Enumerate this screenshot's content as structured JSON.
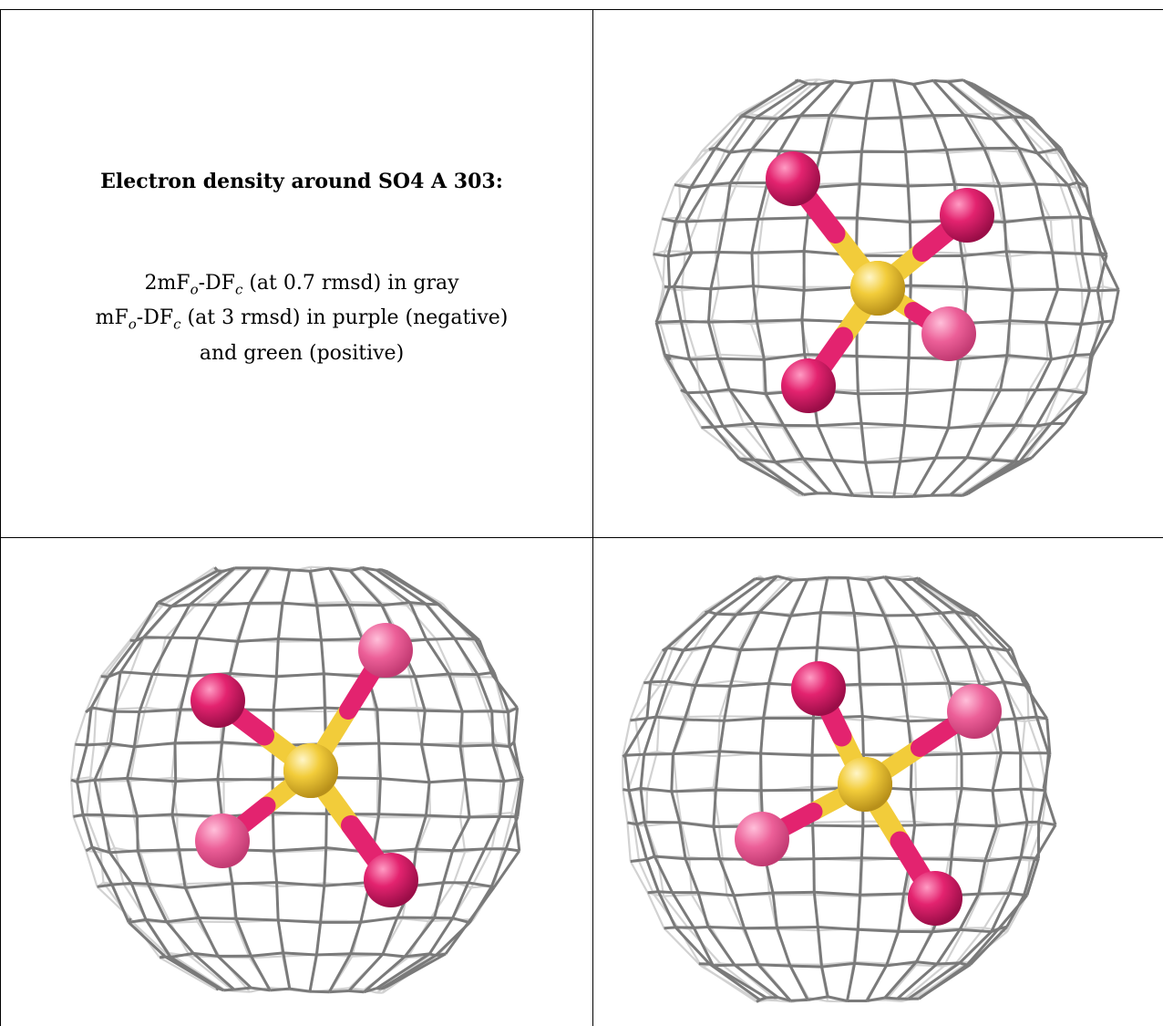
{
  "caption": {
    "title": "Electron density around SO4 A 303:",
    "line1": {
      "a": "2mF",
      "b": "o",
      "c": "-DF",
      "d": "c",
      "e": " (at 0.7 rmsd) in gray"
    },
    "line2": {
      "a": "mF",
      "b": "o",
      "c": "-DF",
      "d": "c",
      "e": " (at 3 rmsd) in purple (negative)"
    },
    "line3": "and green (positive)"
  },
  "colors": {
    "mesh_dark": "#7a7a7a",
    "mesh_light": "#d2d2d2",
    "sulfur": "#f2cc3a",
    "oxygen": "#e3236f",
    "oxygen_light": "#ec5f98"
  },
  "views": [
    {
      "name": "view-top-right",
      "molecule": "SO4"
    },
    {
      "name": "view-bottom-left",
      "molecule": "SO4"
    },
    {
      "name": "view-bottom-right",
      "molecule": "SO4"
    }
  ]
}
